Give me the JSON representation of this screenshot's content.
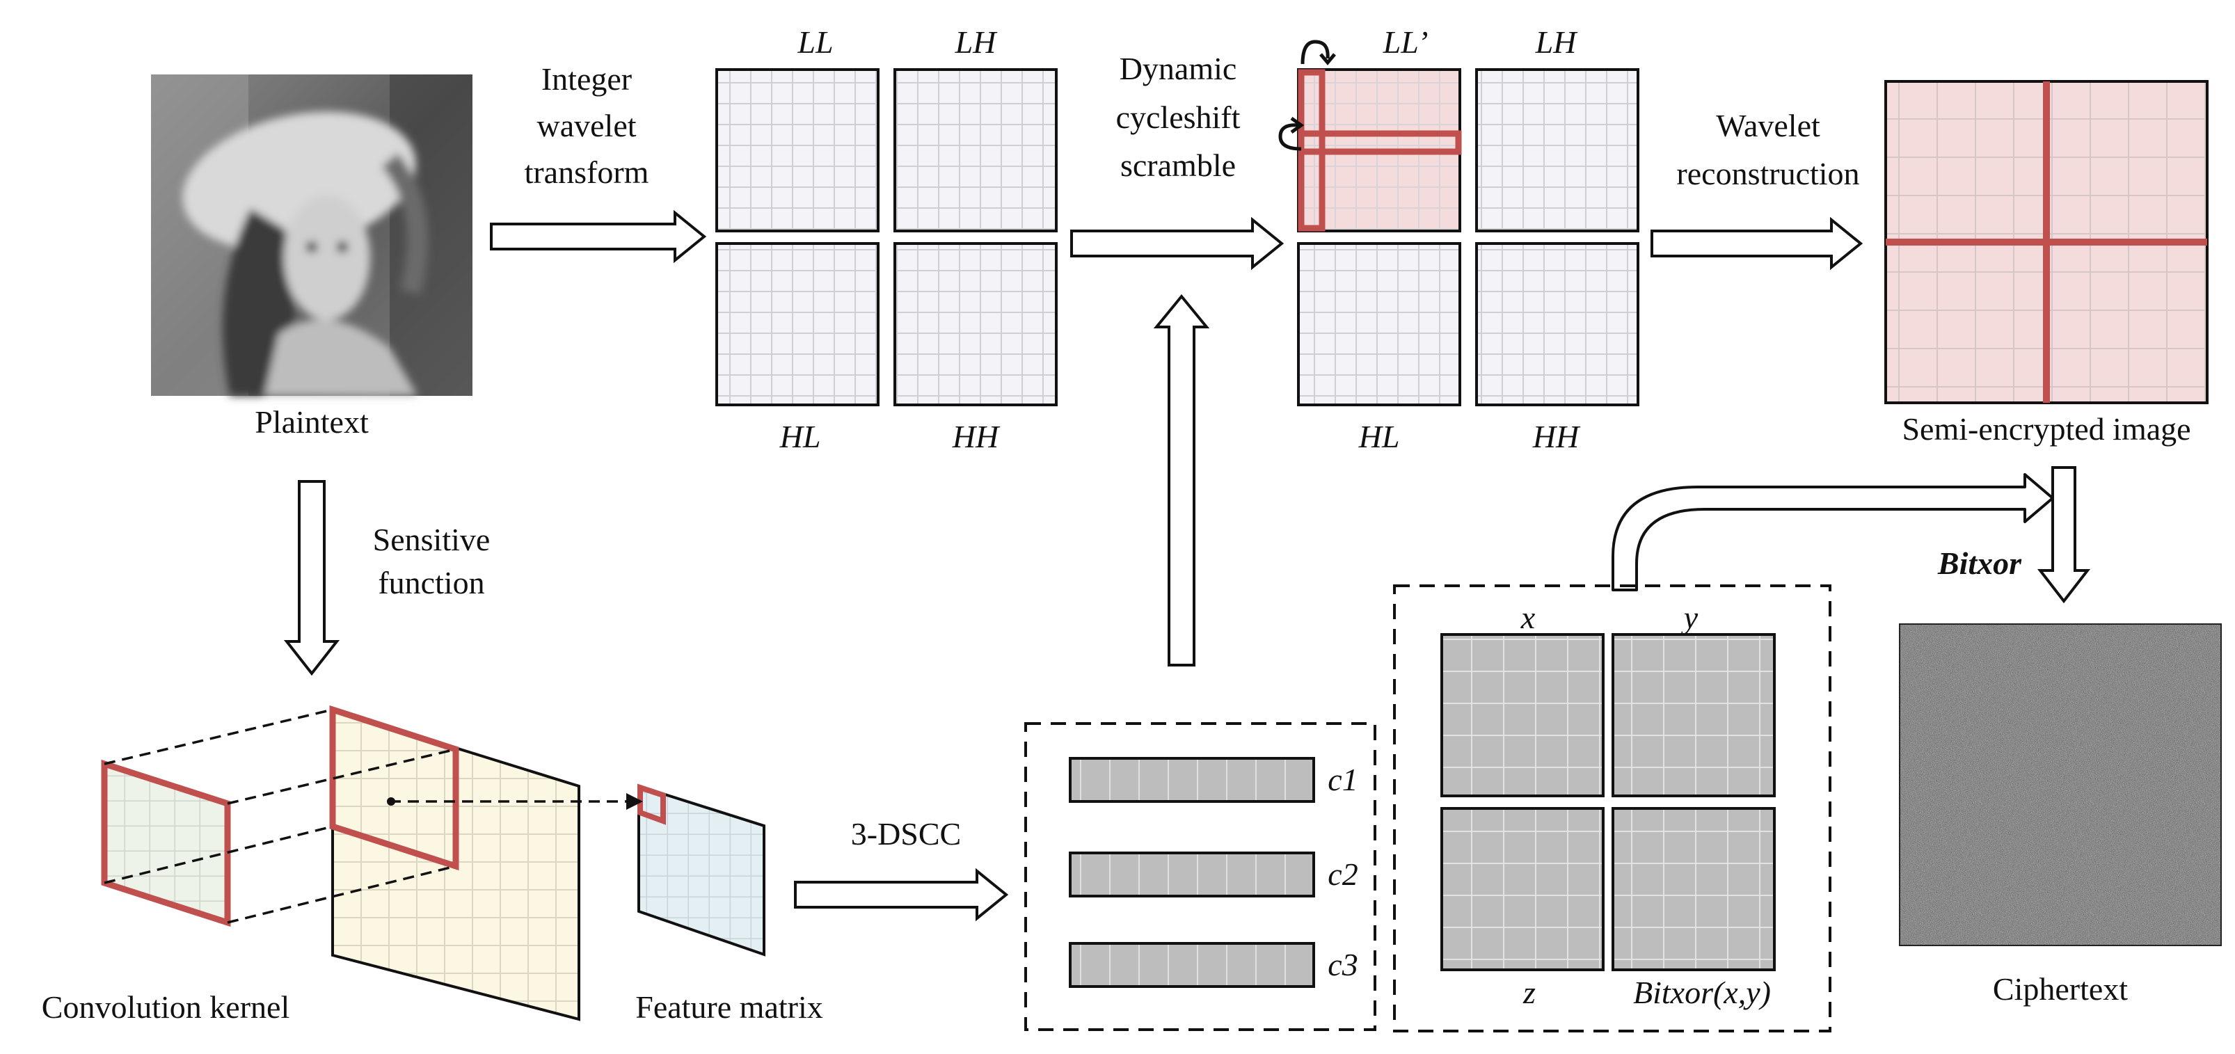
{
  "labels": {
    "plaintext": "Plaintext",
    "iwt_1": "Integer",
    "iwt_2": "wavelet",
    "iwt_3": "transform",
    "dcs_1": "Dynamic",
    "dcs_2": "cycleshift",
    "dcs_3": "scramble",
    "wr_1": "Wavelet",
    "wr_2": "reconstruction",
    "semi": "Semi-encrypted image",
    "sens_1": "Sensitive",
    "sens_2": "function",
    "bitxor": "Bitxor",
    "ciphertext": "Ciphertext",
    "conv_kernel": "Convolution kernel",
    "feature_matrix": "Feature matrix",
    "dscc": "3-DSCC"
  },
  "subbands_1": {
    "ll": "LL",
    "lh": "LH",
    "hl": "HL",
    "hh": "HH"
  },
  "subbands_2": {
    "ll": "LL’",
    "lh": "LH",
    "hl": "HL",
    "hh": "HH"
  },
  "sequences": [
    "c1",
    "c2",
    "c3"
  ],
  "xor_matrices": {
    "x": "x",
    "y": "y",
    "z": "z",
    "out": "Bitxor(x,y)"
  },
  "colors": {
    "accent_red": "#c0504d",
    "grid": "#c9c9c9",
    "subband_fill": "#f4f4f8",
    "scrambled_fill": "#f5dcdc",
    "gray_block": "#bdbdbd",
    "kernel_fill": "#eef3ea",
    "feature_layer_fill": "#fbf7e2",
    "feature_matrix_fill": "#e4eff3"
  }
}
